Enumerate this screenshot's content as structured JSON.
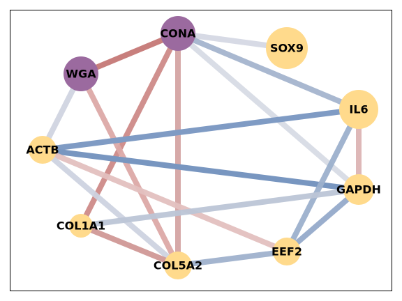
{
  "colors": {
    "frame": "#000000",
    "lectin_node": "#9b6a9f",
    "gene_node": "#ffda8c",
    "positive_edge": "#c87e7c",
    "negative_edge": "#7b97c1",
    "weak_edge": "#d0d3e0"
  },
  "chart_data": {
    "type": "network",
    "title": "",
    "nodes": [
      {
        "id": "CONA",
        "label": "CONA",
        "group": "lectin"
      },
      {
        "id": "WGA",
        "label": "WGA",
        "group": "lectin"
      },
      {
        "id": "SOX9",
        "label": "SOX9",
        "group": "gene"
      },
      {
        "id": "IL6",
        "label": "IL6",
        "group": "gene"
      },
      {
        "id": "ACTB",
        "label": "ACTB",
        "group": "gene"
      },
      {
        "id": "GAPDH",
        "label": "GAPDH",
        "group": "gene"
      },
      {
        "id": "COL1A1",
        "label": "COL1A1",
        "group": "gene"
      },
      {
        "id": "EEF2",
        "label": "EEF2",
        "group": "gene"
      },
      {
        "id": "COL5A2",
        "label": "COL5A2",
        "group": "gene"
      }
    ],
    "edges": [
      {
        "source": "CONA",
        "target": "SOX9",
        "color": "#d3d6e2",
        "opacity": 0.9
      },
      {
        "source": "CONA",
        "target": "IL6",
        "color": "#a4b4ce",
        "opacity": 0.95
      },
      {
        "source": "CONA",
        "target": "GAPDH",
        "color": "#d7dbe5",
        "opacity": 0.95
      },
      {
        "source": "CONA",
        "target": "WGA",
        "color": "#c57876",
        "opacity": 0.95
      },
      {
        "source": "CONA",
        "target": "COL1A1",
        "color": "#cd8a88",
        "opacity": 0.95
      },
      {
        "source": "CONA",
        "target": "COL5A2",
        "color": "#d4a4a3",
        "opacity": 0.95
      },
      {
        "source": "WGA",
        "target": "ACTB",
        "color": "#d0d4e0",
        "opacity": 0.95
      },
      {
        "source": "WGA",
        "target": "COL5A2",
        "color": "#dca9a7",
        "opacity": 0.95
      },
      {
        "source": "ACTB",
        "target": "IL6",
        "color": "#7f9bc4",
        "opacity": 1
      },
      {
        "source": "ACTB",
        "target": "GAPDH",
        "color": "#7896c0",
        "opacity": 1
      },
      {
        "source": "ACTB",
        "target": "EEF2",
        "color": "#e3c0bf",
        "opacity": 0.95
      },
      {
        "source": "ACTB",
        "target": "COL5A2",
        "color": "#ced3e0",
        "opacity": 0.95
      },
      {
        "source": "IL6",
        "target": "GAPDH",
        "color": "#dcb4b4",
        "opacity": 0.95
      },
      {
        "source": "IL6",
        "target": "EEF2",
        "color": "#9cb0cc",
        "opacity": 0.95
      },
      {
        "source": "GAPDH",
        "target": "COL1A1",
        "color": "#bcc5d6",
        "opacity": 0.95
      },
      {
        "source": "GAPDH",
        "target": "EEF2",
        "color": "#95aaca",
        "opacity": 0.95
      },
      {
        "source": "COL1A1",
        "target": "COL5A2",
        "color": "#d09896",
        "opacity": 0.95
      },
      {
        "source": "COL5A2",
        "target": "EEF2",
        "color": "#9fb1cc",
        "opacity": 0.95
      }
    ]
  }
}
